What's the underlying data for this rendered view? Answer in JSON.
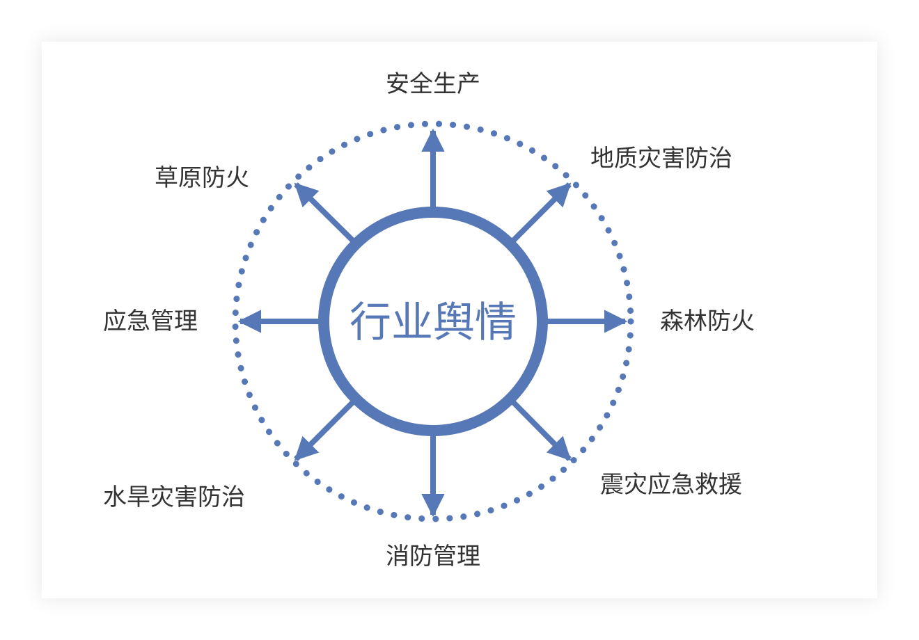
{
  "center": {
    "label": "行业舆情"
  },
  "topics": [
    {
      "label": "安全生产"
    },
    {
      "label": "地质灾害防治"
    },
    {
      "label": "森林防火"
    },
    {
      "label": "震灾应急救援"
    },
    {
      "label": "消防管理"
    },
    {
      "label": "水旱灾害防治"
    },
    {
      "label": "应急管理"
    },
    {
      "label": "草原防火"
    }
  ],
  "colors": {
    "accent": "#5778b7",
    "text": "#333333",
    "background": "#ffffff"
  }
}
